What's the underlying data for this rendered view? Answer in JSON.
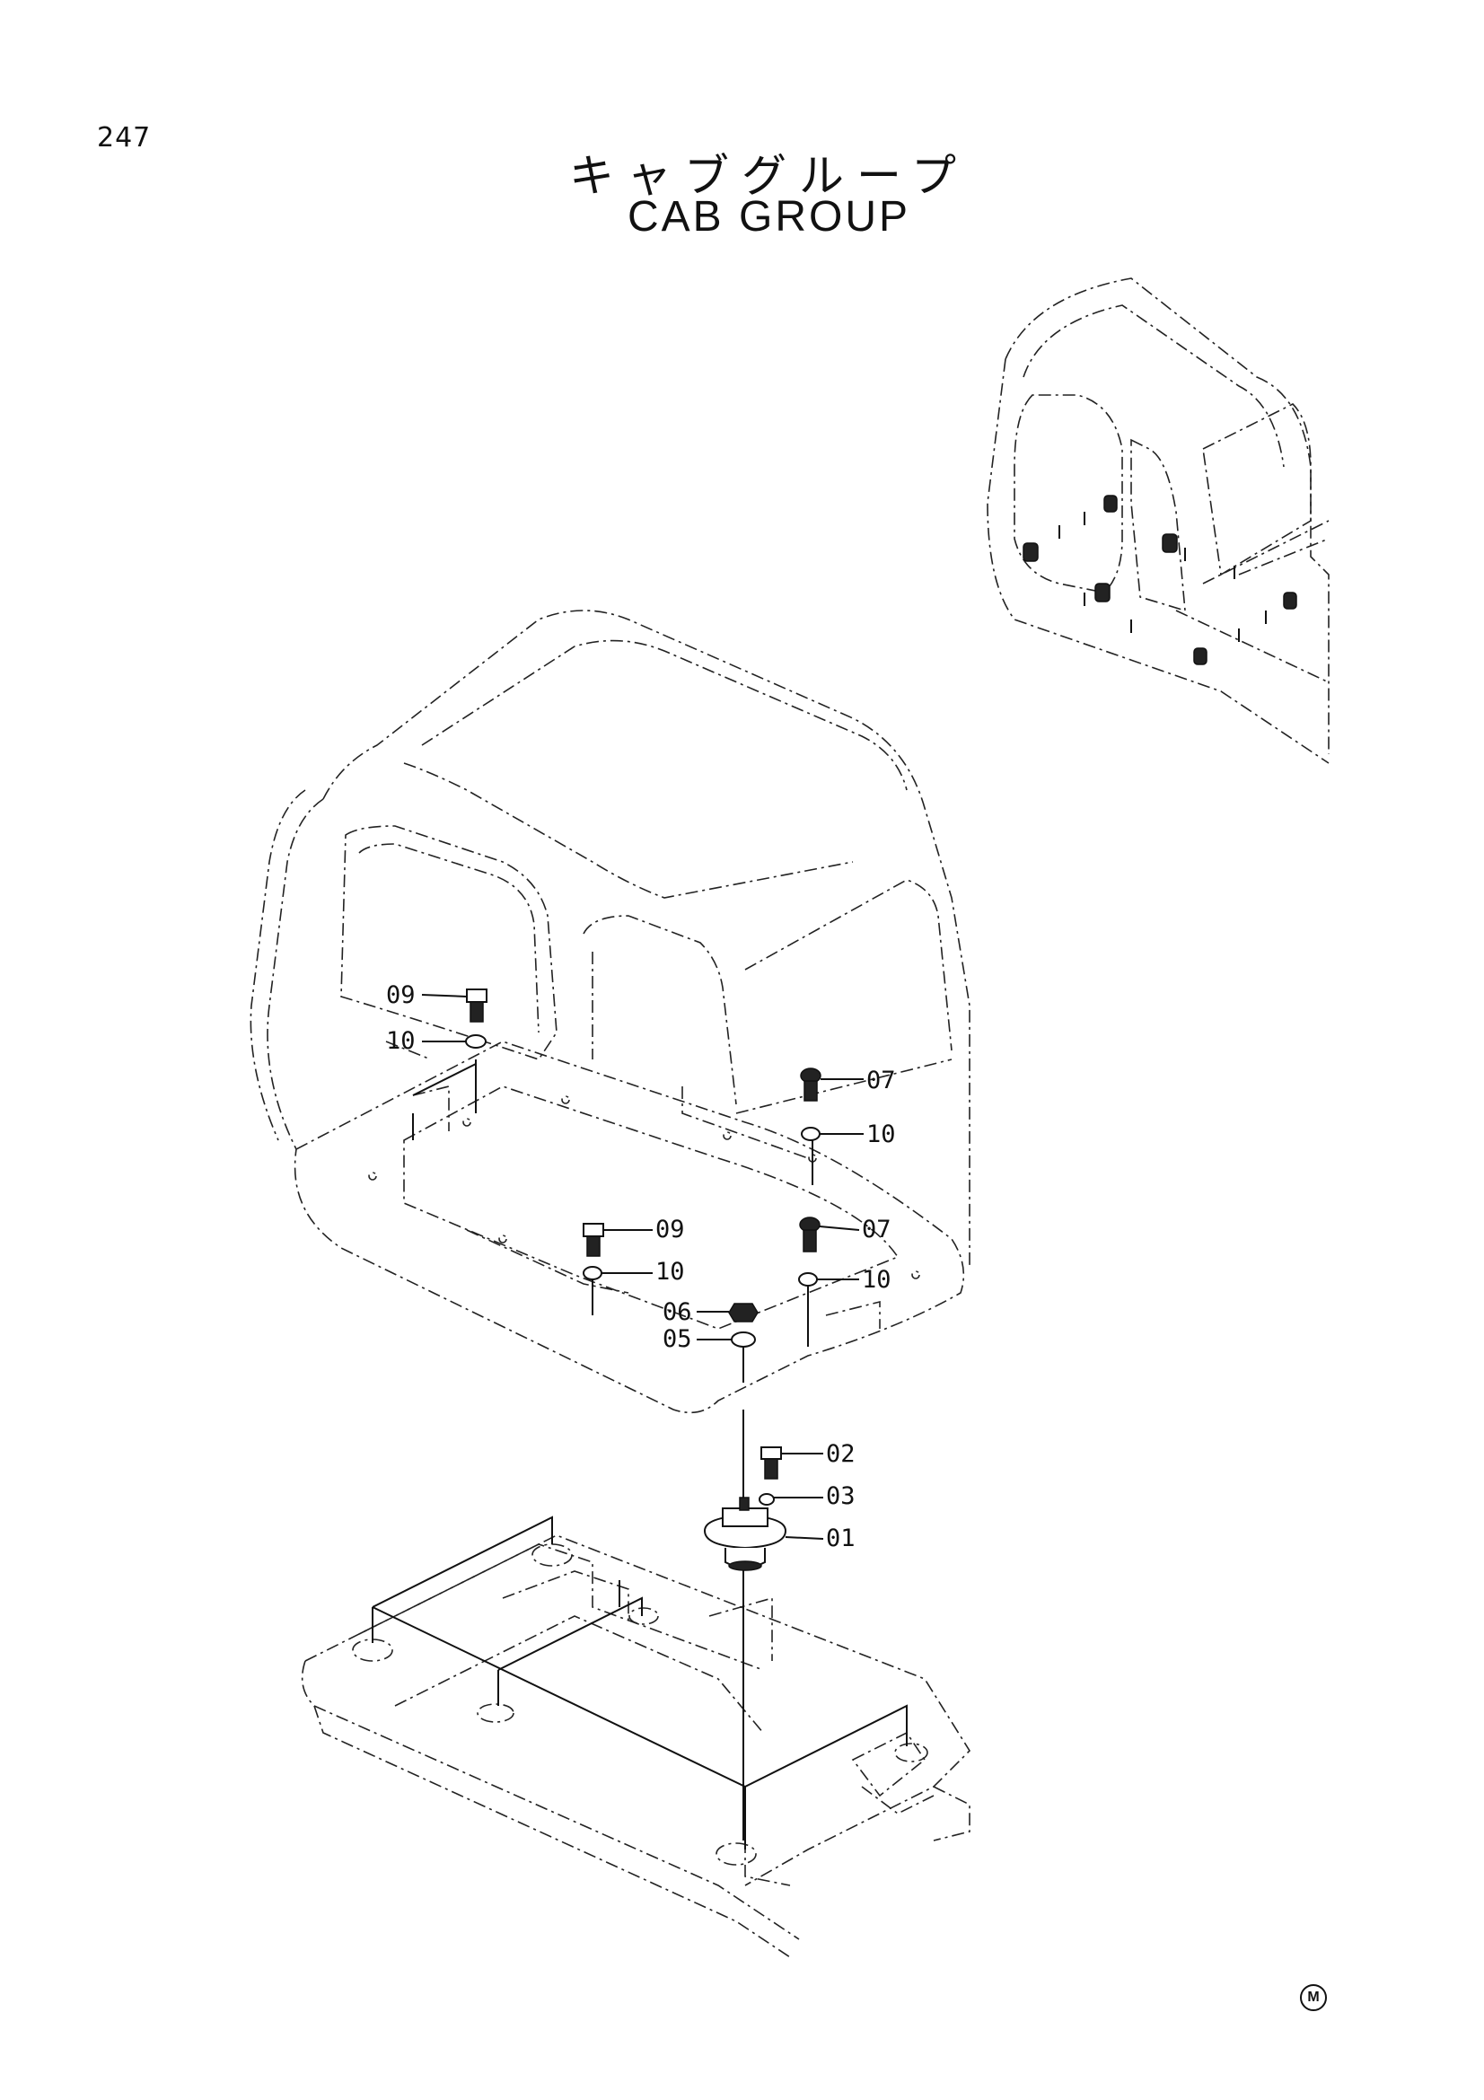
{
  "page_number": "247",
  "title_jp": "キャブグループ",
  "title_en": "CAB GROUP",
  "mark": "M",
  "callouts": {
    "c09a": "09",
    "c10a": "10",
    "c07a": "07",
    "c10b": "10",
    "c09b": "09",
    "c10c": "10",
    "c07b": "07",
    "c10d": "10",
    "c06": "06",
    "c05": "05",
    "c02": "02",
    "c03": "03",
    "c01": "01"
  }
}
